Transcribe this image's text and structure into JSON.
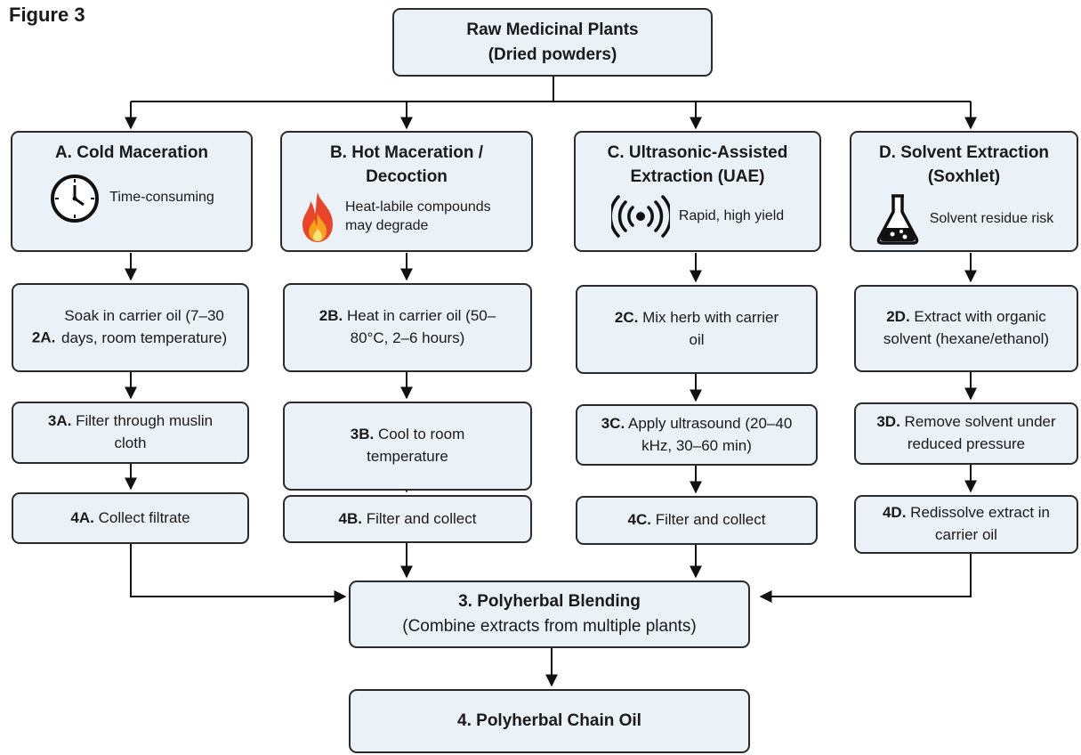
{
  "figure_label": "Figure 3",
  "source": {
    "title": "Raw Medicinal Plants",
    "subtitle": "(Dried powders)"
  },
  "methods": [
    {
      "title": "A. Cold Maceration",
      "note": "Time-consuming",
      "icon": "clock-icon"
    },
    {
      "title": "B. Hot Maceration / Decoction",
      "note": "Heat-labile compounds may degrade",
      "icon": "flame-icon"
    },
    {
      "title": "C. Ultrasonic-Assisted Extraction (UAE)",
      "note": "Rapid, high yield",
      "icon": "ultrasound-icon"
    },
    {
      "title": "D. Solvent Extraction (Soxhlet)",
      "note": "Solvent residue risk",
      "icon": "flask-icon"
    }
  ],
  "steps": {
    "A": [
      {
        "code": "2A.",
        "text": "Soak in carrier oil (7–30 days, room temperature)"
      },
      {
        "code": "3A.",
        "text": "Filter through muslin cloth"
      },
      {
        "code": "4A.",
        "text": "Collect filtrate"
      }
    ],
    "B": [
      {
        "code": "2B.",
        "text": "Heat in carrier oil (50–80°C, 2–6 hours)"
      },
      {
        "code": "3B.",
        "text": "Cool to room temperature"
      },
      {
        "code": "4B.",
        "text": "Filter and collect"
      }
    ],
    "C": [
      {
        "code": "2C.",
        "text": "Mix herb with carrier oil"
      },
      {
        "code": "3C.",
        "text": "Apply ultrasound (20–40 kHz, 30–60 min)"
      },
      {
        "code": "4C.",
        "text": "Filter and collect"
      }
    ],
    "D": [
      {
        "code": "2D.",
        "text": "Extract with organic solvent (hexane/ethanol)"
      },
      {
        "code": "3D.",
        "text": "Remove solvent under reduced pressure"
      },
      {
        "code": "4D.",
        "text": "Redissolve extract in carrier oil"
      }
    ]
  },
  "blending": {
    "title": "3. Polyherbal Blending",
    "subtitle": "(Combine extracts from multiple plants)"
  },
  "final": {
    "title": "4. Polyherbal Chain Oil"
  }
}
